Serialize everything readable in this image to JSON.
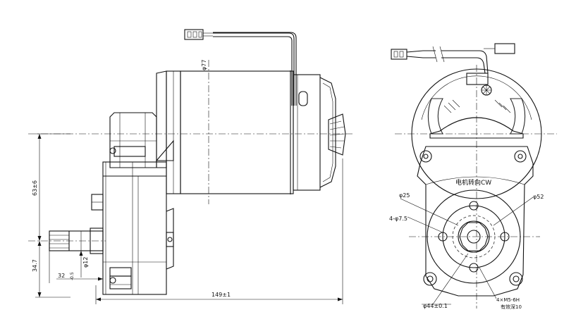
{
  "side_view": {
    "dim_motor_dia": "φ77",
    "dim_height": "63±6",
    "dim_shaft_offset": "34.7",
    "dim_shaft_dia": "φ12",
    "dim_shaft_len": "32",
    "dim_shaft_len_tol": "-0.5",
    "dim_length": "149±1"
  },
  "front_view": {
    "rotation_text": "电机转向CW",
    "dim_inner_circle": "φ25",
    "dim_outer_circle": "φ52",
    "dim_holes": "4-φ7.5",
    "dim_pitch_circle": "φ44±0.1",
    "dim_threads": "4×M5-6H",
    "dim_thread_depth": "有效深10"
  }
}
